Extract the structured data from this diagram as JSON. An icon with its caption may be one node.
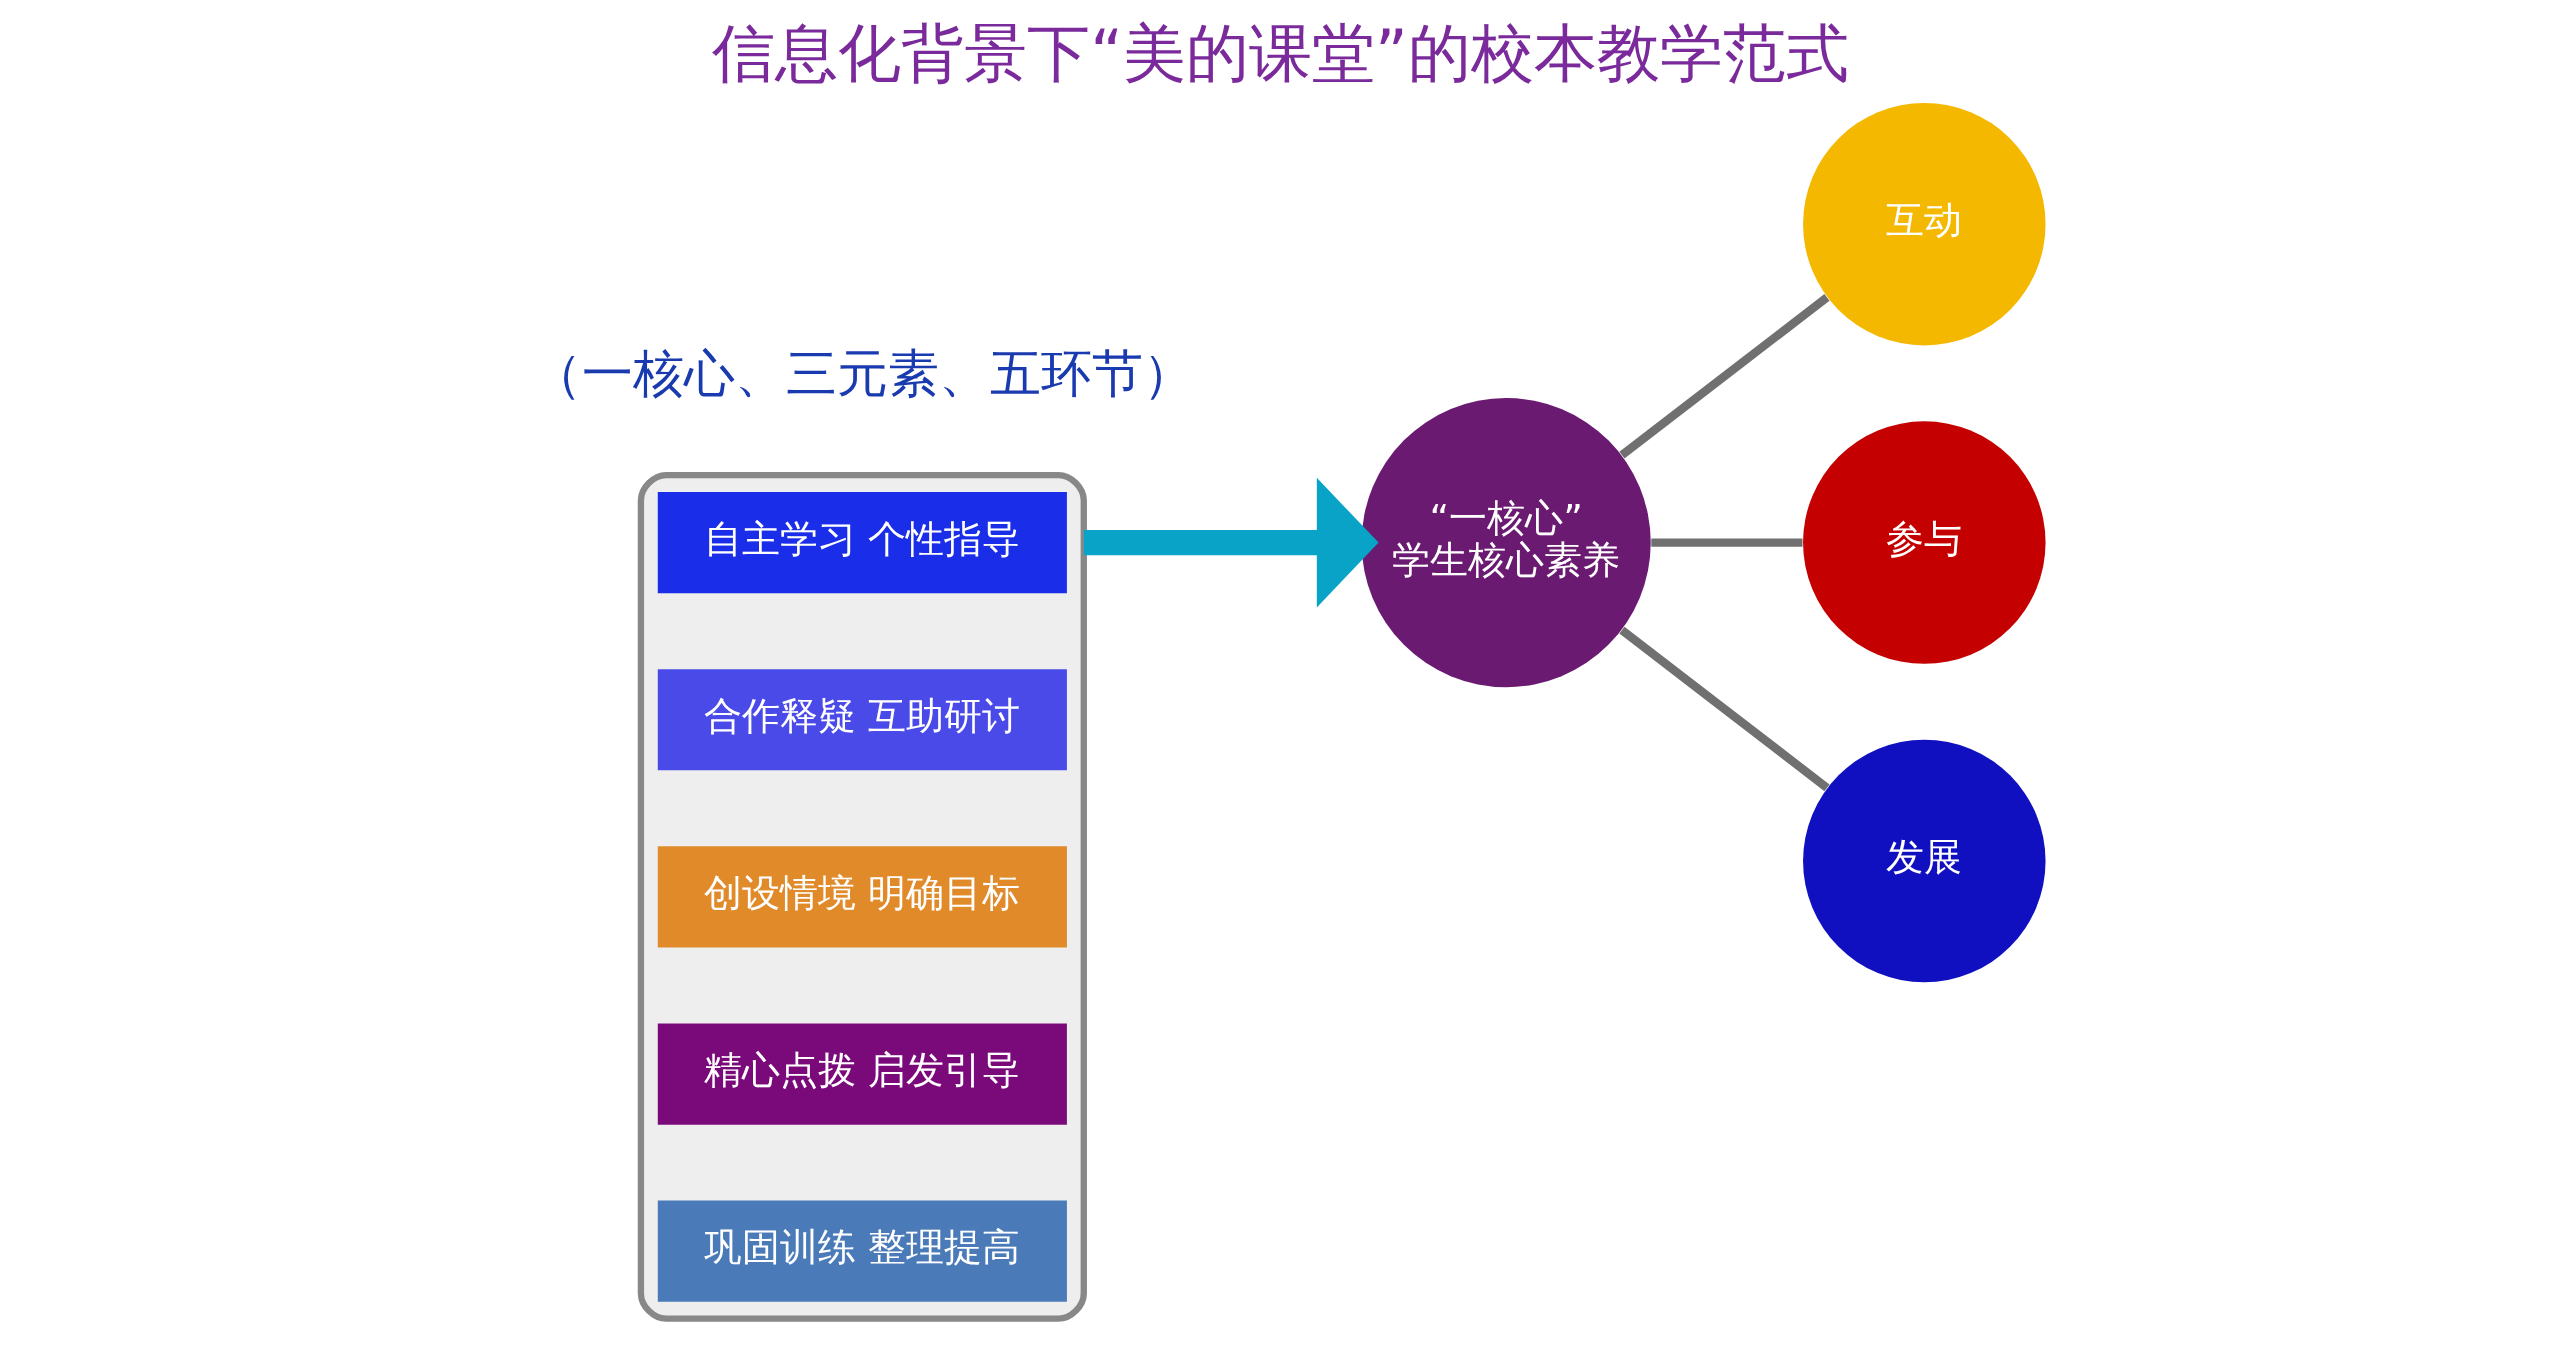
{
  "diagram": {
    "title": "信息化背景下“美的课堂”的校本教学范式",
    "nodes": [
      {
        "text": [
          "互动"
        ]
      },
      {
        "text": [
          "“一核心”",
          "学生核心素养"
        ]
      },
      {
        "text": [
          "参与"
        ]
      },
      {
        "text": [
          "发展"
        ]
      },
      {
        "text": [],
        "shape": "ring"
      },
      {
        "text": [
          "自主学习 个性指导"
        ],
        "in": 4
      },
      {
        "text": [
          "合作释疑 互助研讨"
        ],
        "in": 4
      },
      {
        "text": [
          "创设情境 明确目标"
        ],
        "in": 4
      },
      {
        "text": [
          "精心点拨 启发引导"
        ],
        "in": 4
      },
      {
        "text": [
          "巩固训练 整理提高"
        ],
        "in": 4
      }
    ],
    "edges": [
      {
        "from": 1,
        "to": 0,
        "arrow": "none"
      },
      {
        "from": 1,
        "to": 2,
        "arrow": "none"
      },
      {
        "from": 1,
        "to": 3,
        "arrow": "none"
      },
      {
        "from": 4,
        "to": 1,
        "arrow": "to",
        "style": "thick",
        "color": "#0aa3c8"
      }
    ],
    "labels": [
      "（一核心、三元素、五环节）"
    ]
  }
}
